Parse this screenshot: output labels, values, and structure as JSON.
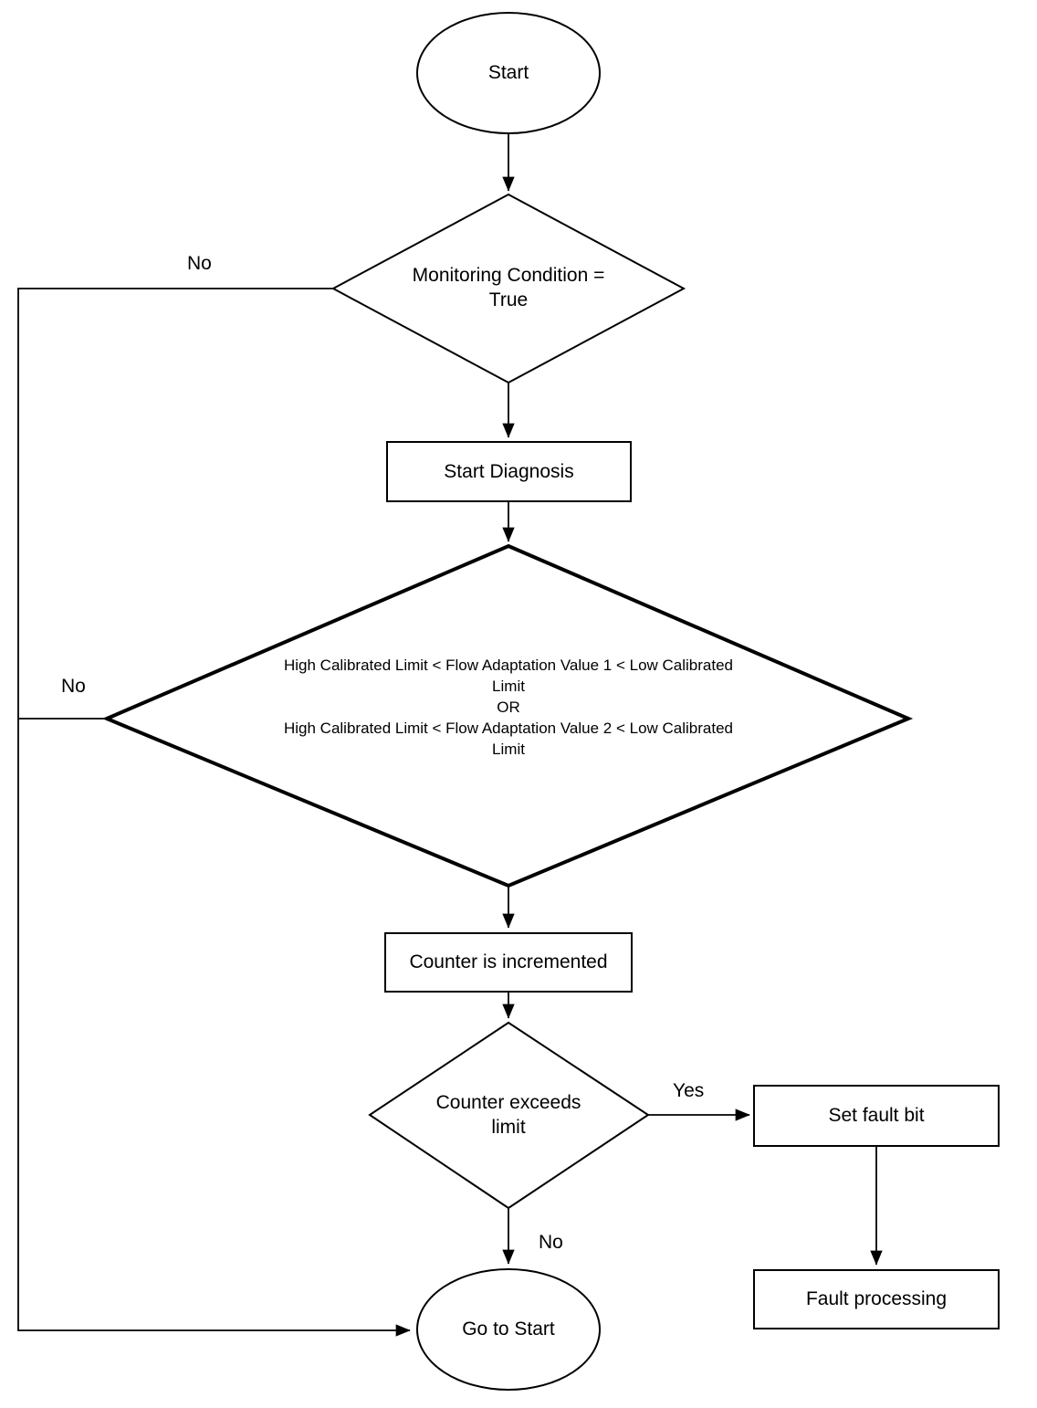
{
  "page": {
    "background_color": "#ffffff",
    "line_color": "#000000"
  },
  "flowchart": {
    "nodes": {
      "start": {
        "type": "terminator",
        "label": "Start"
      },
      "monitoring_condition": {
        "type": "decision",
        "label": "Monitoring Condition =\nTrue"
      },
      "start_diagnosis": {
        "type": "process",
        "label": "Start Diagnosis"
      },
      "flow_adaptation_check": {
        "type": "decision",
        "label": "High Calibrated Limit < Flow Adaptation Value 1 < Low Calibrated\nLimit\nOR\nHigh Calibrated Limit < Flow Adaptation Value 2 < Low Calibrated\nLimit"
      },
      "counter_incremented": {
        "type": "process",
        "label": "Counter is incremented"
      },
      "counter_exceeds_limit": {
        "type": "decision",
        "label": "Counter exceeds\nlimit"
      },
      "set_fault_bit": {
        "type": "process",
        "label": "Set fault bit"
      },
      "fault_processing": {
        "type": "process",
        "label": "Fault processing"
      },
      "go_to_start": {
        "type": "terminator",
        "label": "Go to Start"
      }
    },
    "edge_labels": {
      "monitoring_no": "No",
      "adaptation_no": "No",
      "counter_yes": "Yes",
      "counter_no": "No"
    }
  }
}
